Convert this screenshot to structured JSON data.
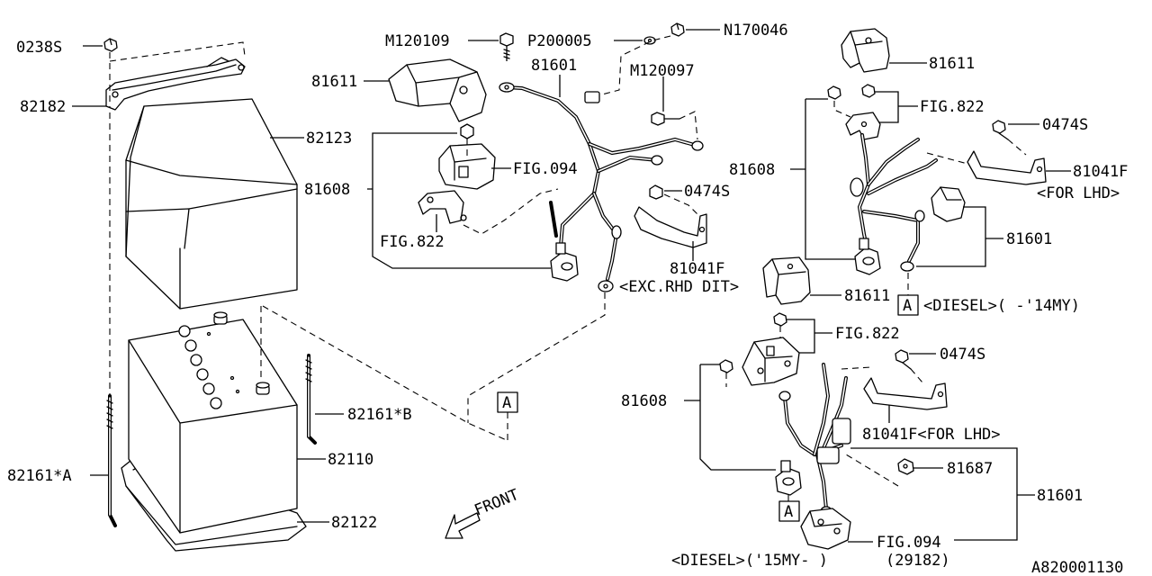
{
  "labels": {
    "p0238s": "0238S",
    "p82182": "82182",
    "p82123": "82123",
    "p81608_a": "81608",
    "p82161a": "82161*A",
    "p82161b": "82161*B",
    "p82110": "82110",
    "p82122": "82122",
    "front": "FRONT",
    "m120109": "M120109",
    "p200005": "P200005",
    "n170046": "N170046",
    "p81611_a": "81611",
    "p81601_a": "81601",
    "m120097": "M120097",
    "fig094_a": "FIG.094",
    "fig822_a": "FIG.822",
    "p0474s_a": "0474S",
    "p81041f_a": "81041F",
    "exc_rhd": "<EXC.RHD DIT>",
    "ref_a_1": "A",
    "p81611_b": "81611",
    "fig822_b": "FIG.822",
    "p0474s_b": "0474S",
    "p81608_b": "81608",
    "p81041f_b": "81041F",
    "for_lhd_b": "<FOR LHD>",
    "p81601_b": "81601",
    "p81611_c": "81611",
    "ref_a_2": "A",
    "diesel_14": "<DIESEL>( -'14MY)",
    "fig822_c": "FIG.822",
    "p0474s_c": "0474S",
    "p81608_c": "81608",
    "p81041f_c": "81041F<FOR LHD>",
    "p81687": "81687",
    "p81601_c": "81601",
    "ref_a_3": "A",
    "fig094_c": "FIG.094",
    "p29182": "(29182)",
    "diesel_15": "<DIESEL>('15MY- )",
    "drawing_no": "A820001130"
  },
  "icons": [
    "nut-icon",
    "bolt-icon",
    "washer-icon",
    "terminal-cover-icon",
    "battery-icon",
    "battery-tray-icon",
    "battery-case-icon",
    "hold-down-bracket-icon",
    "hold-down-rod-icon",
    "cable-harness-icon",
    "terminal-clamp-icon",
    "fuse-box-icon",
    "cable-bracket-icon",
    "front-arrow-icon"
  ]
}
